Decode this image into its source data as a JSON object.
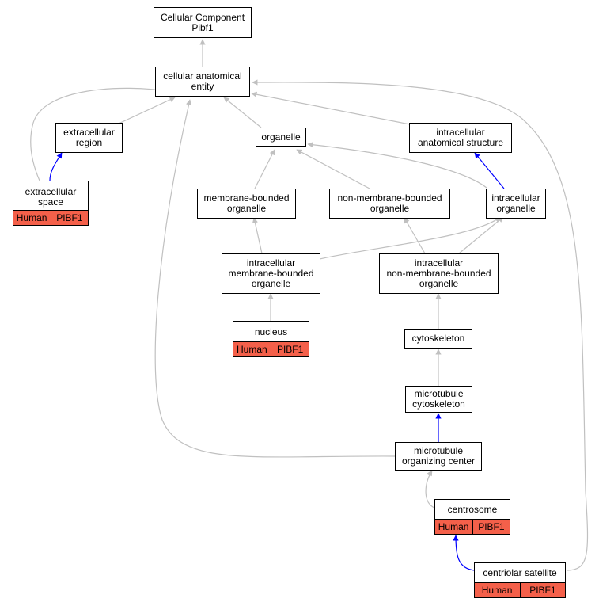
{
  "colors": {
    "edge_default": "#c0c0c0",
    "edge_direct": "#0000ff",
    "annotation_fill": "#f4604a"
  },
  "nodes": {
    "root": {
      "line1": "Cellular Component",
      "line2": "Pibf1"
    },
    "cae": {
      "line1": "cellular anatomical",
      "line2": "entity"
    },
    "extracellular_region": {
      "line1": "extracellular",
      "line2": "region"
    },
    "organelle": {
      "line1": "organelle"
    },
    "intracellular_anatomical_structure": {
      "line1": "intracellular",
      "line2": "anatomical structure"
    },
    "extracellular_space": {
      "line1": "extracellular",
      "line2": "space",
      "species": "Human",
      "gene": "PIBF1"
    },
    "membrane_bounded_organelle": {
      "line1": "membrane-bounded",
      "line2": "organelle"
    },
    "non_membrane_bounded_organelle": {
      "line1": "non-membrane-bounded",
      "line2": "organelle"
    },
    "intracellular_organelle": {
      "line1": "intracellular",
      "line2": "organelle"
    },
    "intracellular_membrane_bounded_organelle": {
      "line1": "intracellular",
      "line2": "membrane-bounded",
      "line3": "organelle"
    },
    "intracellular_non_membrane_bounded_organelle": {
      "line1": "intracellular",
      "line2": "non-membrane-bounded",
      "line3": "organelle"
    },
    "nucleus": {
      "line1": "nucleus",
      "species": "Human",
      "gene": "PIBF1"
    },
    "cytoskeleton": {
      "line1": "cytoskeleton"
    },
    "microtubule_cytoskeleton": {
      "line1": "microtubule",
      "line2": "cytoskeleton"
    },
    "microtubule_organizing_center": {
      "line1": "microtubule",
      "line2": "organizing center"
    },
    "centrosome": {
      "line1": "centrosome",
      "species": "Human",
      "gene": "PIBF1"
    },
    "centriolar_satellite": {
      "line1": "centriolar satellite",
      "species": "Human",
      "gene": "PIBF1"
    }
  }
}
